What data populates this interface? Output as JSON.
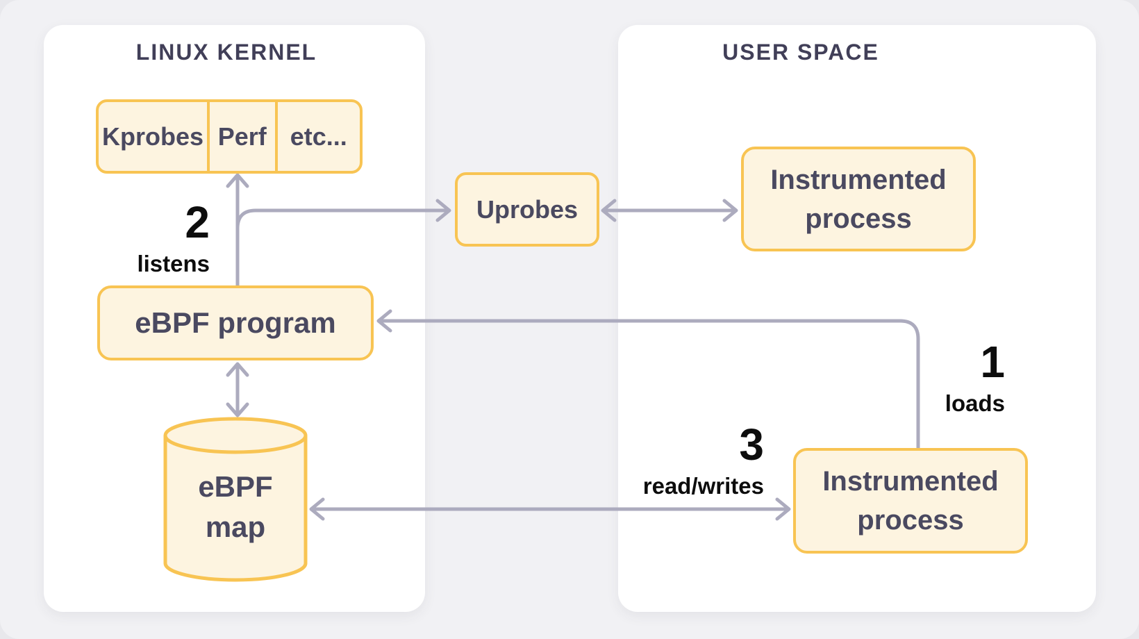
{
  "colors": {
    "background": "#F1F1F4",
    "panel": "#FFFFFF",
    "box_fill": "#FDF4E0",
    "box_border": "#F8C453",
    "arrow": "#ACABBE",
    "box_text": "#4A4960",
    "title_text": "#413F58",
    "annotation_text": "#0D0D0D"
  },
  "kernel_panel": {
    "title": "LINUX KERNEL",
    "probe_cells": [
      "Kprobes",
      "Perf",
      "etc..."
    ],
    "ebpf_program": "eBPF program",
    "ebpf_map": {
      "line1": "eBPF",
      "line2": "map"
    }
  },
  "user_panel": {
    "title": "USER SPACE",
    "instrumented_top": {
      "line1": "Instrumented",
      "line2": "process"
    },
    "instrumented_bottom": {
      "line1": "Instrumented",
      "line2": "process"
    }
  },
  "middle": {
    "uprobes": "Uprobes"
  },
  "annotations": {
    "step1": {
      "number": "1",
      "label": "loads"
    },
    "step2": {
      "number": "2",
      "label": "listens"
    },
    "step3": {
      "number": "3",
      "label": "read/writes"
    }
  }
}
